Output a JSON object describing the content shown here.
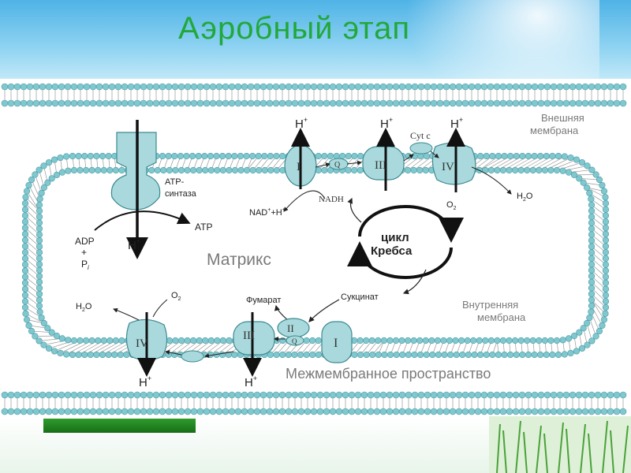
{
  "title": "Аэробный этап",
  "diagram": {
    "outer_membrane": "Внешняя мембрана",
    "inner_membrane": "Внутренняя мембрана",
    "matrix": "Матрикс",
    "intermembrane": "Межмембранное пространство",
    "atp_synthase_line1": "ATP-",
    "atp_synthase_line2": "синтаза",
    "adp": "ADP",
    "plus": "+",
    "pi": "P",
    "pi_sub": "i",
    "atp": "ATP",
    "h": "H",
    "h_sup": "+",
    "nad": "NAD",
    "nad_tail": "+H",
    "nadh": "NADH",
    "cyt_c": "Cyt c",
    "o2": "O",
    "two": "2",
    "h2o_h": "H",
    "h2o_o": "O",
    "krebs_line1": "цикл",
    "krebs_line2": "Кребса",
    "fumarate": "Фумарат",
    "succinate": "Сукцинат",
    "complex_I": "I",
    "complex_II": "II",
    "complex_III": "III",
    "complex_IV": "IV",
    "q": "Q"
  },
  "colors": {
    "title": "#22a83a",
    "membrane_head": "#7fc8cf",
    "protein": "#a9d9dc",
    "protein_stroke": "#3b8a91"
  }
}
